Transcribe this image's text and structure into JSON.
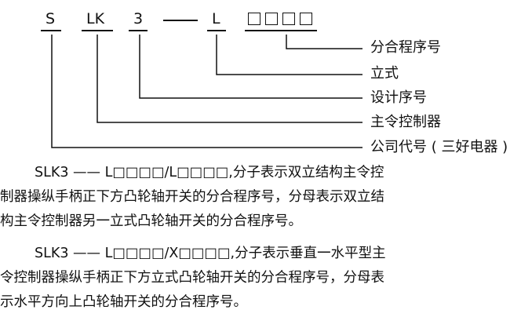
{
  "code_parts": {
    "s": "S",
    "lk": "LK",
    "num": "3",
    "l": "L",
    "box_count": 4
  },
  "labels": {
    "seq": "分合程序号",
    "vertical": "立式",
    "design_seq": "设计序号",
    "controller": "主令控制器",
    "company": "公司代号 ( 三好电器 )"
  },
  "paragraphs": [
    "SLK3 —— L□□□□/L□□□□,分子表示双立结构主令控",
    "制器操纵手柄正下方凸轮轴开关的分合程序号，分母表示双立结",
    "构主令控制器另一立式凸轮轴开关的分合程序号。",
    "SLK3 —— L□□□□/X□□□□,分子表示垂直一水平型主",
    "令控制器操纵手柄正下方立式凸轮轴开关的分合程序号，分母表",
    "示水平方向上凸轮轴开关的分合程序号。"
  ]
}
